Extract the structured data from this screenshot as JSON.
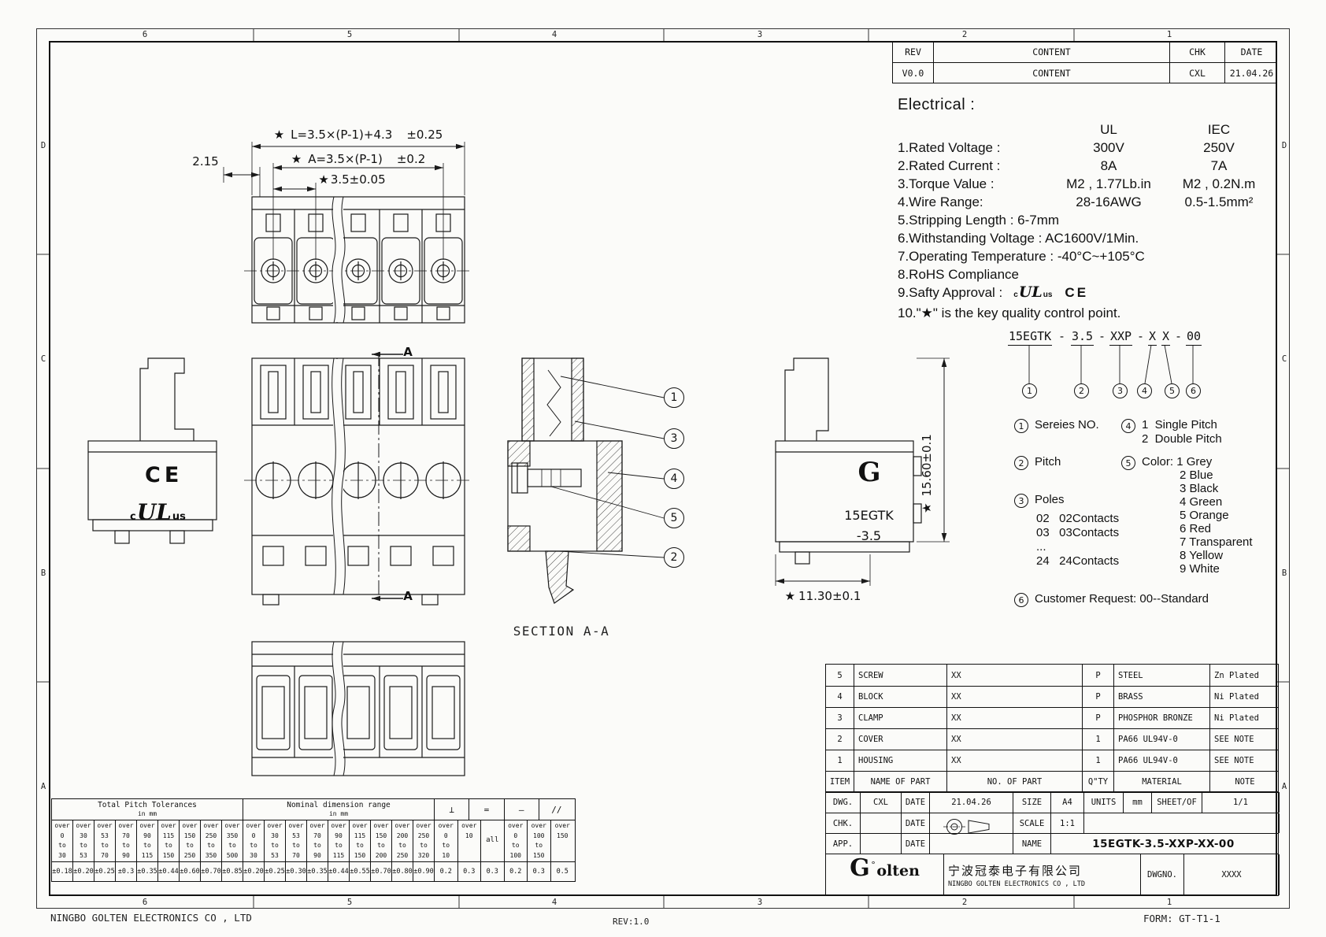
{
  "sheet": {
    "zones_top": [
      "6",
      "5",
      "4",
      "3",
      "2",
      "1"
    ],
    "zones_bottom": [
      "6",
      "5",
      "4",
      "3",
      "2",
      "1"
    ],
    "zones_left": [
      "D",
      "C",
      "B",
      "A"
    ],
    "zones_right": [
      "D",
      "C",
      "B",
      "A"
    ],
    "footer_company": "NINGBO GOLTEN ELECTRONICS CO , LTD",
    "footer_rev": "REV:1.0",
    "footer_form": "FORM: GT-T1-1"
  },
  "rev_table": {
    "col_rev": "REV",
    "col_content": "CONTENT",
    "col_chk": "CHK",
    "col_date": "DATE",
    "val_rev": "V0.0",
    "val_content": "CONTENT",
    "val_chk": "CXL",
    "val_date": "21.04.26"
  },
  "electrical": {
    "title": "Electrical :",
    "col_ul": "UL",
    "col_iec": "IEC",
    "rows": [
      {
        "label": "1.Rated Voltage :",
        "ul": "300V",
        "iec": "250V"
      },
      {
        "label": "2.Rated Current :",
        "ul": "8A",
        "iec": "7A"
      },
      {
        "label": "3.Torque Value :",
        "ul": "M2 , 1.77Lb.in",
        "iec": "M2 , 0.2N.m"
      },
      {
        "label": "4.Wire Range:",
        "ul": "28-16AWG",
        "iec": "0.5-1.5mm²"
      }
    ],
    "line5": "5.Stripping Length : 6-7mm",
    "line6": "6.Withstanding Voltage : AC1600V/1Min.",
    "line7": "7.Operating Temperature : -40°C~+105°C",
    "line8": "8.RoHS Compliance",
    "line9": "9.Safty Approval :",
    "line10": "10.\"★\" is the key quality control point."
  },
  "marks": {
    "cul_c": "c",
    "cul_ul": "UL",
    "cul_us": "us",
    "ce": "CE"
  },
  "ordering": {
    "seg1": "15EGTK",
    "seg2": "3.5",
    "seg3": "XXP",
    "seg4": "X",
    "seg5": "X",
    "seg6": "00",
    "dash": "-",
    "nums": [
      "1",
      "2",
      "3",
      "4",
      "5",
      "6"
    ],
    "series_label": "Sereies NO.",
    "pitch_label": "Pitch",
    "poles_label": "Poles",
    "poles_options": [
      "02   02Contacts",
      "03   03Contacts",
      "...",
      "24   24Contacts"
    ],
    "sd_options": [
      "1  Single Pitch",
      "2  Double Pitch"
    ],
    "color_label": "Color:",
    "color_first": "1 Grey",
    "color_options": [
      "2 Blue",
      "3 Black",
      "4 Green",
      "5 Orange",
      "6 Red",
      "7 Transparent",
      "8 Yellow",
      "9 White"
    ],
    "customer_label": "Customer Request: 00--Standard"
  },
  "drawing": {
    "star": "★",
    "dim_l": "L=3.5×(P-1)+4.3",
    "dim_l_tol": "±0.25",
    "dim_a": "A=3.5×(P-1)",
    "dim_a_tol": "±0.2",
    "dim_pitch": "3.5±0.05",
    "dim_offset": "2.15",
    "section_arrow_label": "A",
    "section_title": "SECTION A-A",
    "balloons": [
      "1",
      "3",
      "4",
      "5",
      "2"
    ],
    "right_view_logo": "G",
    "right_view_line1": "15EGTK",
    "right_view_line2": "-3.5",
    "dim_height": "15.60±0.1",
    "dim_width": "11.30±0.1"
  },
  "bom": {
    "h_item": "ITEM",
    "h_name": "NAME OF PART",
    "h_no": "NO. OF PART",
    "h_qty": "Q\"TY",
    "h_material": "MATERIAL",
    "h_note": "NOTE",
    "rows": [
      {
        "item": "5",
        "name": "SCREW",
        "no": "XX",
        "qty": "P",
        "material": "STEEL",
        "note": "Zn Plated"
      },
      {
        "item": "4",
        "name": "BLOCK",
        "no": "XX",
        "qty": "P",
        "material": "BRASS",
        "note": "Ni Plated"
      },
      {
        "item": "3",
        "name": "CLAMP",
        "no": "XX",
        "qty": "P",
        "material": "PHOSPHOR BRONZE",
        "note": "Ni Plated"
      },
      {
        "item": "2",
        "name": "COVER",
        "no": "XX",
        "qty": "1",
        "material": "PA66 UL94V-0",
        "note": "SEE NOTE"
      },
      {
        "item": "1",
        "name": "HOUSING",
        "no": "XX",
        "qty": "1",
        "material": "PA66 UL94V-0",
        "note": "SEE NOTE"
      }
    ]
  },
  "title_block": {
    "dwg": "DWG.",
    "dwg_val": "CXL",
    "date1": "DATE",
    "date1_val": "21.04.26",
    "size": "SIZE",
    "size_val": "A4",
    "units": "UNITS",
    "units_val": "mm",
    "sheet": "SHEET/OF",
    "sheet_val": "1/1",
    "chk": "CHK.",
    "date2": "DATE",
    "scale": "SCALE",
    "scale_val": "1:1",
    "app": "APP.",
    "date3": "DATE",
    "name": "NAME",
    "name_val": "15EGTK-3.5-XXP-XX-00",
    "logo_g": "G",
    "logo_deg": "°",
    "logo_rest": "olten",
    "company_cn": "宁波冠泰电子有限公司",
    "company_en": "NINGBO GOLTEN ELECTRONICS CO , LTD",
    "dwgno": "DWGNO.",
    "dwgno_val": "XXXX"
  },
  "tolerance_table": {
    "group1_title": "Total Pitch Tolerances",
    "group1_unit": "in mm",
    "group2_title": "Nominal dimension range",
    "group2_unit": "in mm",
    "group1": {
      "cols": [
        {
          "over": "0",
          "to": "30",
          "val": "±0.18"
        },
        {
          "over": "30",
          "to": "53",
          "val": "±0.20"
        },
        {
          "over": "53",
          "to": "70",
          "val": "±0.25"
        },
        {
          "over": "70",
          "to": "90",
          "val": "±0.3"
        },
        {
          "over": "90",
          "to": "115",
          "val": "±0.35"
        },
        {
          "over": "115",
          "to": "150",
          "val": "±0.44"
        },
        {
          "over": "150",
          "to": "250",
          "val": "±0.60"
        },
        {
          "over": "250",
          "to": "350",
          "val": "±0.70"
        },
        {
          "over": "350",
          "to": "500",
          "val": "±0.85"
        }
      ]
    },
    "group2": {
      "cols": [
        {
          "over": "0",
          "to": "30",
          "val": "±0.20"
        },
        {
          "over": "30",
          "to": "53",
          "val": "±0.25"
        },
        {
          "over": "53",
          "to": "70",
          "val": "±0.30"
        },
        {
          "over": "70",
          "to": "90",
          "val": "±0.35"
        },
        {
          "over": "90",
          "to": "115",
          "val": "±0.44"
        },
        {
          "over": "115",
          "to": "150",
          "val": "±0.55"
        },
        {
          "over": "150",
          "to": "200",
          "val": "±0.70"
        },
        {
          "over": "200",
          "to": "250",
          "val": "±0.80"
        },
        {
          "over": "250",
          "to": "320",
          "val": "±0.90"
        }
      ]
    },
    "group3": {
      "symbols": [
        "⊥",
        "=",
        "—",
        "//"
      ],
      "cols": [
        {
          "over": "0",
          "to": "10",
          "val": "0.2"
        },
        {
          "over": "10",
          "to": "",
          "val": "0.3"
        },
        {
          "over": "all",
          "to": "",
          "val": "0.3"
        },
        {
          "over": "0",
          "to": "100",
          "val": "0.2"
        },
        {
          "over": "100",
          "to": "150",
          "val": "0.3"
        },
        {
          "over": "150",
          "to": "",
          "val": "0.5"
        }
      ]
    }
  }
}
